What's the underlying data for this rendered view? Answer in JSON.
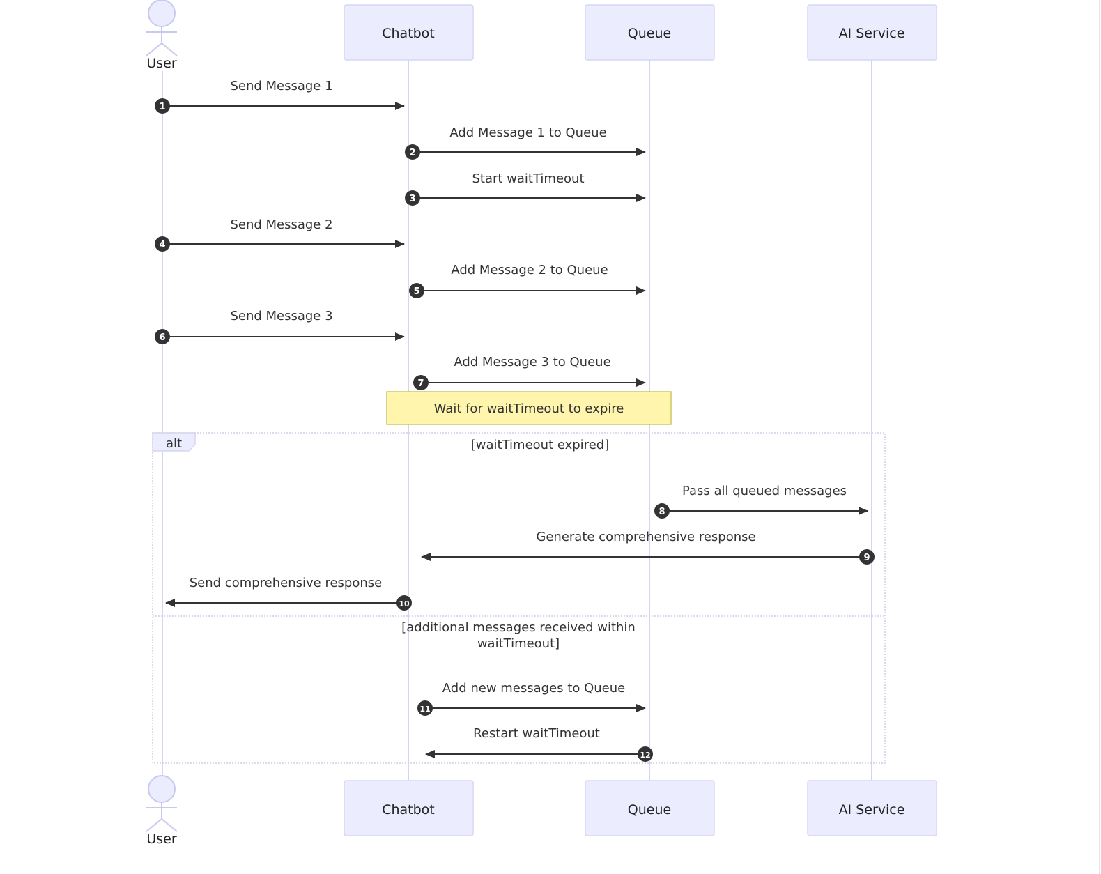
{
  "participants": [
    {
      "id": "user",
      "label": "User",
      "kind": "actor"
    },
    {
      "id": "chatbot",
      "label": "Chatbot",
      "kind": "box"
    },
    {
      "id": "queue",
      "label": "Queue",
      "kind": "box"
    },
    {
      "id": "ai",
      "label": "AI Service",
      "kind": "box"
    }
  ],
  "messages": [
    {
      "num": "1",
      "from": "user",
      "to": "chatbot",
      "text": "Send Message 1"
    },
    {
      "num": "2",
      "from": "chatbot",
      "to": "queue",
      "text": "Add Message 1 to Queue"
    },
    {
      "num": "3",
      "from": "chatbot",
      "to": "queue",
      "text": "Start waitTimeout"
    },
    {
      "num": "4",
      "from": "user",
      "to": "chatbot",
      "text": "Send Message 2"
    },
    {
      "num": "5",
      "from": "chatbot",
      "to": "queue",
      "text": "Add Message 2 to Queue"
    },
    {
      "num": "6",
      "from": "user",
      "to": "chatbot",
      "text": "Send Message 3"
    },
    {
      "num": "7",
      "from": "chatbot",
      "to": "queue",
      "text": "Add Message 3 to Queue"
    },
    {
      "num": "8",
      "from": "queue",
      "to": "ai",
      "text": "Pass all queued messages"
    },
    {
      "num": "9",
      "from": "ai",
      "to": "chatbot",
      "text": "Generate comprehensive response"
    },
    {
      "num": "10",
      "from": "chatbot",
      "to": "user",
      "text": "Send comprehensive response"
    },
    {
      "num": "11",
      "from": "chatbot",
      "to": "queue",
      "text": "Add new messages to Queue"
    },
    {
      "num": "12",
      "from": "queue",
      "to": "chatbot",
      "text": "Restart waitTimeout"
    }
  ],
  "note": {
    "text": "Wait for waitTimeout to expire",
    "fill": "#FFF5AD"
  },
  "alt": {
    "tag": "alt",
    "condition1": "[waitTimeout expired]",
    "condition2_line1": "[additional messages received within",
    "condition2_line2": "waitTimeout]"
  },
  "colors": {
    "participant_fill": "#ECECFF",
    "lifeline": "#D4D4F4",
    "line": "#333333",
    "note": "#FFF5AD"
  }
}
